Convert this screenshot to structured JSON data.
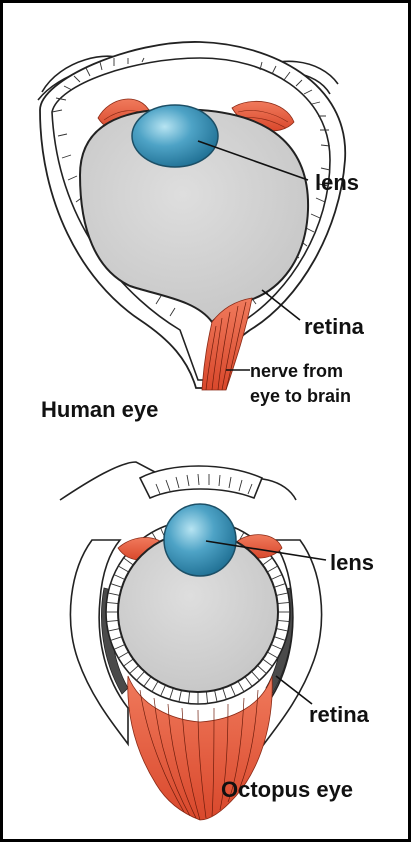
{
  "colors": {
    "border": "#000000",
    "background": "#ffffff",
    "eyeball_fill": "#d4d4d4",
    "lens_fill": "#4ea3c6",
    "lens_highlight": "#9fd6ea",
    "muscle_fill": "#e8664a",
    "muscle_stripe": "#8a2a16",
    "sclera_line": "#222222",
    "dark_band": "#4a4a4a"
  },
  "human_eye": {
    "caption": "Human eye",
    "labels": {
      "lens": "lens",
      "retina": "retina",
      "nerve_line1": "nerve from",
      "nerve_line2": "eye to brain"
    }
  },
  "octopus_eye": {
    "caption": "Octopus eye",
    "labels": {
      "lens": "lens",
      "retina": "retina"
    }
  }
}
